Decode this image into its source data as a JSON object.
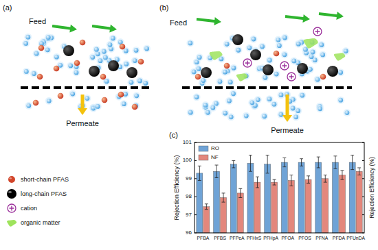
{
  "diagram": {
    "labels": [
      "(a)",
      "Feed",
      "Permeate",
      "(b)",
      "Feed",
      "Permeate",
      "(c)",
      "Rejection Efficiency (%)",
      "101",
      "100",
      "99",
      "98",
      "97",
      "96",
      "PFBA",
      "PFBS",
      "PFPeA",
      "PFHxS",
      "PFHpA",
      "PFOA",
      "PFOS",
      "PFNA",
      "PFDA",
      "PFUnDA",
      "Rejection Efficiency (%)"
    ],
    "legend": [
      {
        "text": "short-chain PFAS",
        "color": "#d2452a"
      },
      {
        "text": "long-chain PFAS",
        "color": "#000000"
      },
      {
        "text": "cation"
      },
      {
        "text": "organic matter",
        "color": "#9ee35c"
      },
      {
        "text": "RO",
        "color": "#6fa3d6"
      },
      {
        "text": "NF",
        "color": "#e3877c"
      }
    ]
  }
}
